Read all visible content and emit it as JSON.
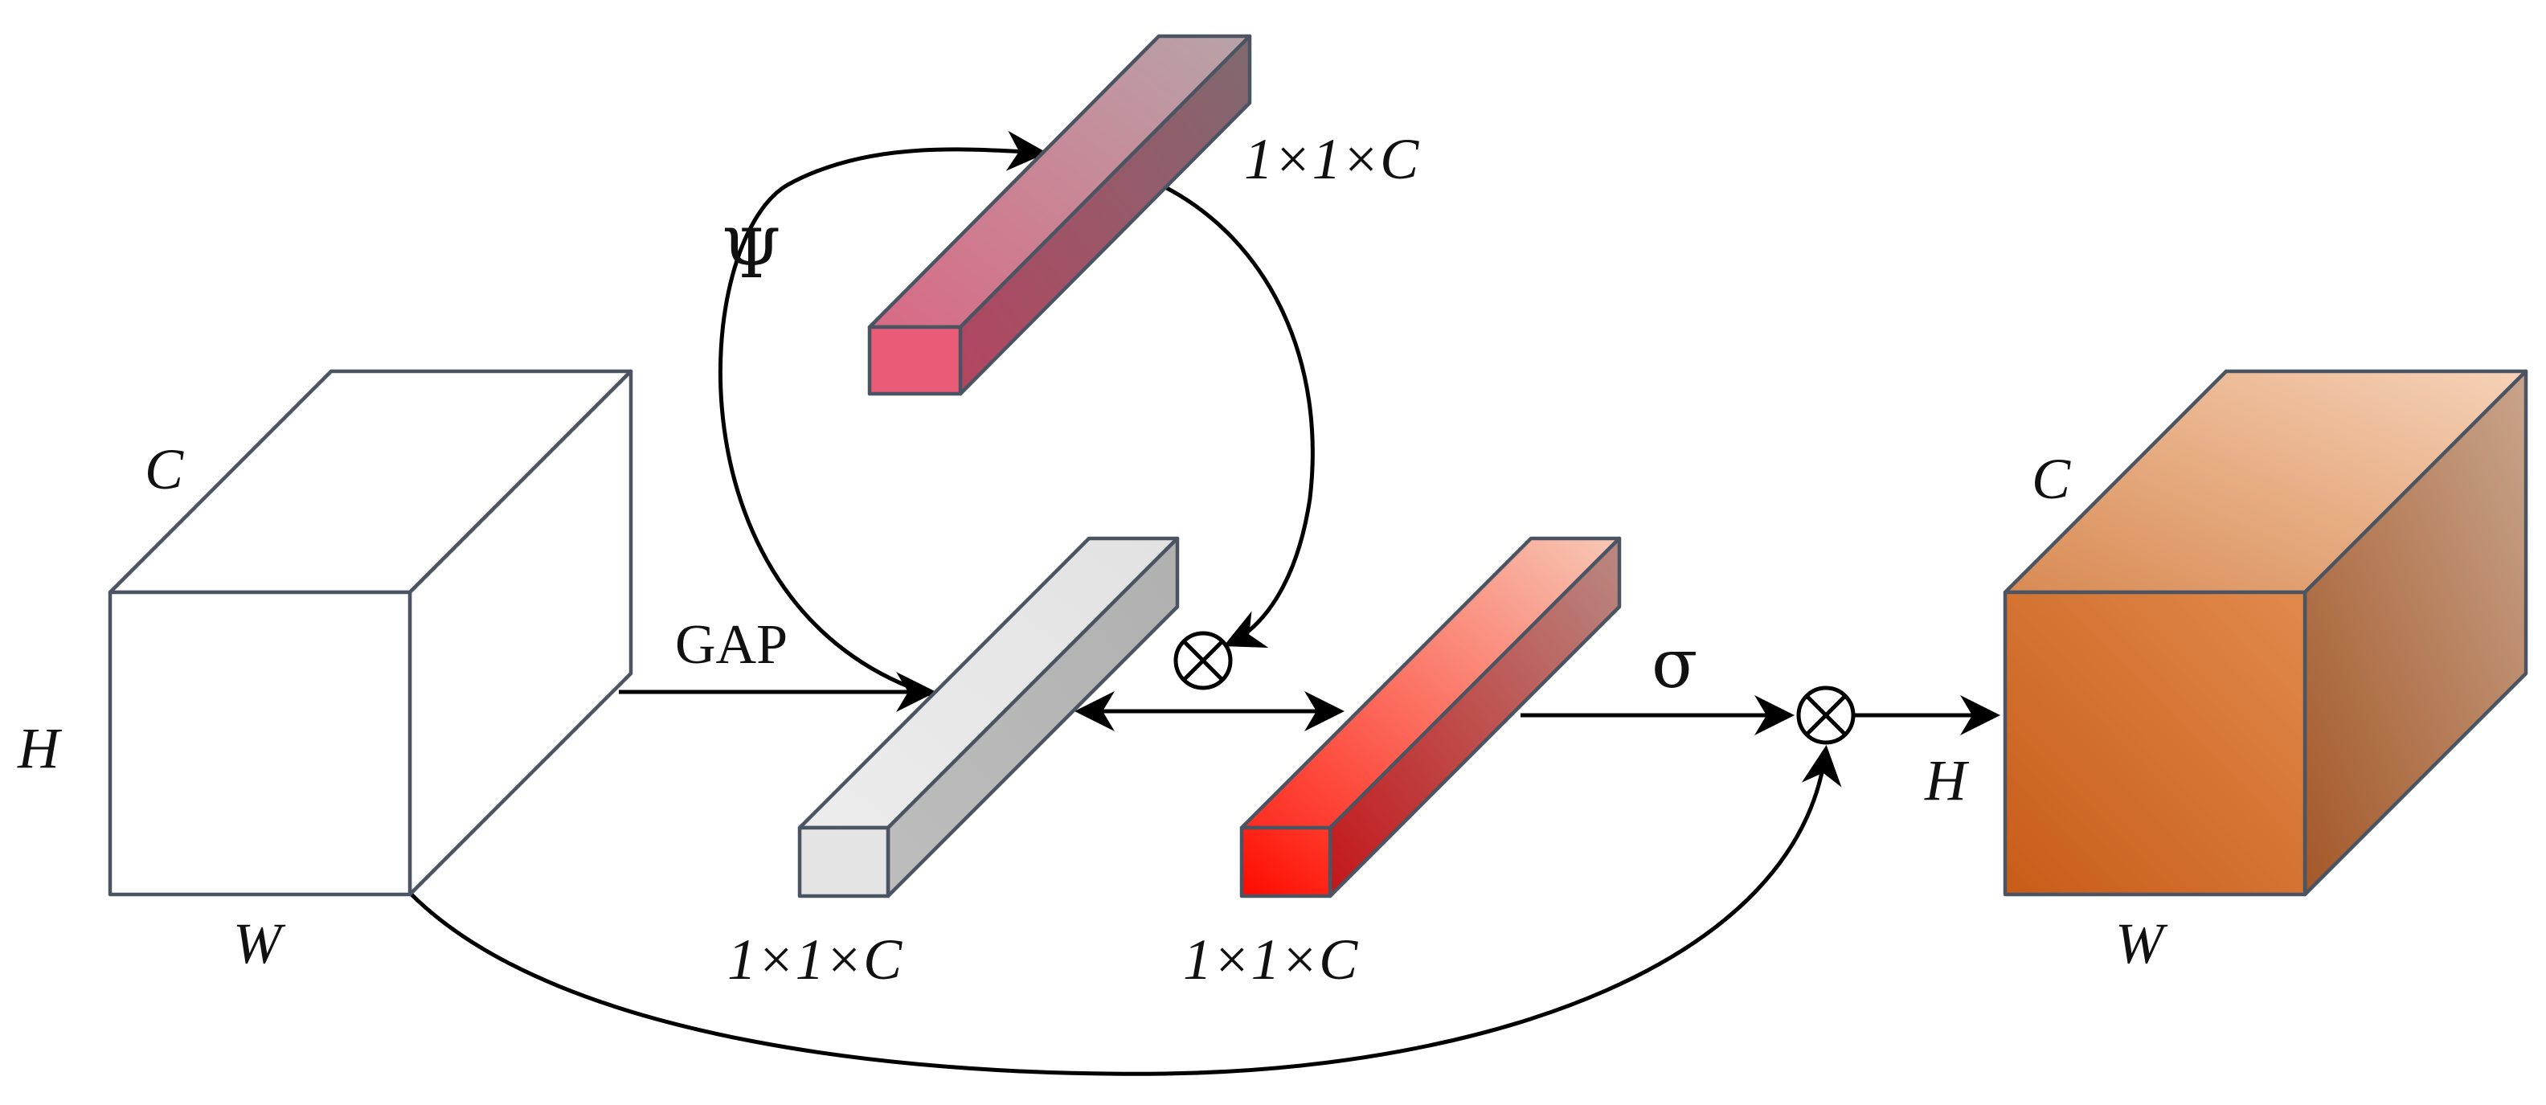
{
  "input_tensor": {
    "label_c": "C",
    "label_h": "H",
    "label_w": "W"
  },
  "gap": {
    "label": "GAP",
    "dims": "1×1×C"
  },
  "psi_vector": {
    "symbol": "Ψ",
    "dims": "1×1×C"
  },
  "attention_vector": {
    "dims": "1×1×C"
  },
  "sigmoid": {
    "symbol": "σ"
  },
  "output_tensor": {
    "label_c": "C",
    "label_h": "H",
    "label_w": "W"
  },
  "colors": {
    "box_edge": "#4a5462",
    "gap_front": "#e4e4e4",
    "psi_front": "#ea5b78",
    "attention_front": "#ff1a10",
    "output_front": "#d2712c"
  }
}
